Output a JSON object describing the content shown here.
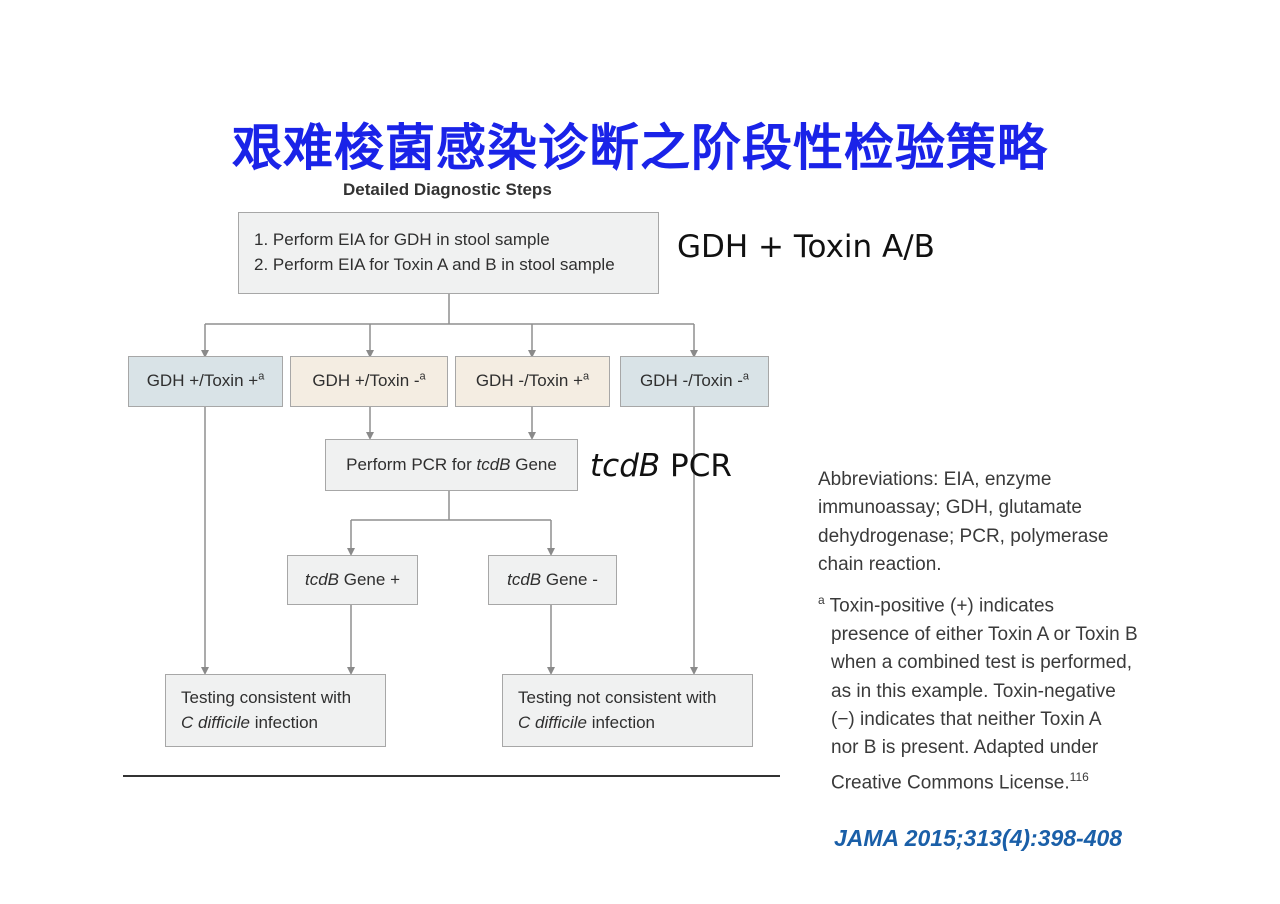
{
  "title": "艰难梭菌感染诊断之阶段性检验策略",
  "diagram": {
    "heading": "Detailed Diagnostic Steps",
    "step1": "1. Perform EIA for GDH in stool sample",
    "step2": "2. Perform EIA for Toxin A and B in stool sample",
    "results": [
      {
        "label": "GDH +/Toxin +",
        "sup": "a"
      },
      {
        "label": "GDH +/Toxin -",
        "sup": "a"
      },
      {
        "label": "GDH -/Toxin +",
        "sup": "a"
      },
      {
        "label": "GDH -/Toxin -",
        "sup": "a"
      }
    ],
    "pcr": {
      "prefix": "Perform PCR for ",
      "gene": "tcdB",
      "suffix": " Gene"
    },
    "gene_pos": {
      "gene": "tcdB",
      "suffix": " Gene +"
    },
    "gene_neg": {
      "gene": "tcdB",
      "suffix": " Gene -"
    },
    "outcome_pos": {
      "line1": "Testing consistent with",
      "organism": "C difficile",
      "rest": " infection"
    },
    "outcome_neg": {
      "line1": "Testing not consistent with",
      "organism": "C difficile",
      "rest": " infection"
    }
  },
  "annotations": {
    "gdh_toxin": "GDH + Toxin A/B",
    "pcr_gene": "tcdB",
    "pcr_label": " PCR"
  },
  "abbreviations": [
    "Abbreviations: EIA, enzyme",
    "immunoassay; GDH, glutamate",
    "dehydrogenase; PCR, polymerase",
    "chain reaction."
  ],
  "footnote": {
    "marker": "a",
    "lines": [
      "Toxin-positive (+) indicates",
      "presence of either Toxin A or Toxin B",
      "when a combined test is performed,",
      "as in this example. Toxin-negative",
      "(−) indicates that neither Toxin A",
      "nor B is present. Adapted under",
      "Creative Commons License."
    ],
    "ref": "116"
  },
  "citation": "JAMA 2015;313(4):398-408"
}
